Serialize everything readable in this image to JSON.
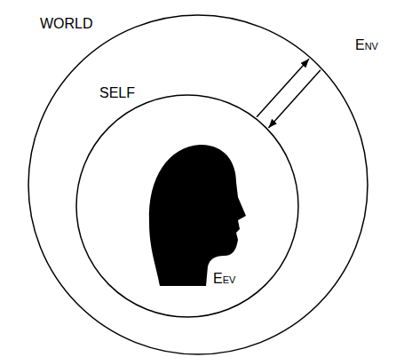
{
  "diagram": {
    "nodes": [
      {
        "text": [
          "WORLD"
        ]
      },
      {
        "text": [
          "SELF"
        ],
        "in": 0
      }
    ],
    "edges": [
      {
        "from": 1,
        "to": 0,
        "arrow": "to"
      },
      {
        "from": 0,
        "to": 1,
        "arrow": "to"
      }
    ],
    "labels": [
      "ENV",
      "EEV"
    ]
  }
}
